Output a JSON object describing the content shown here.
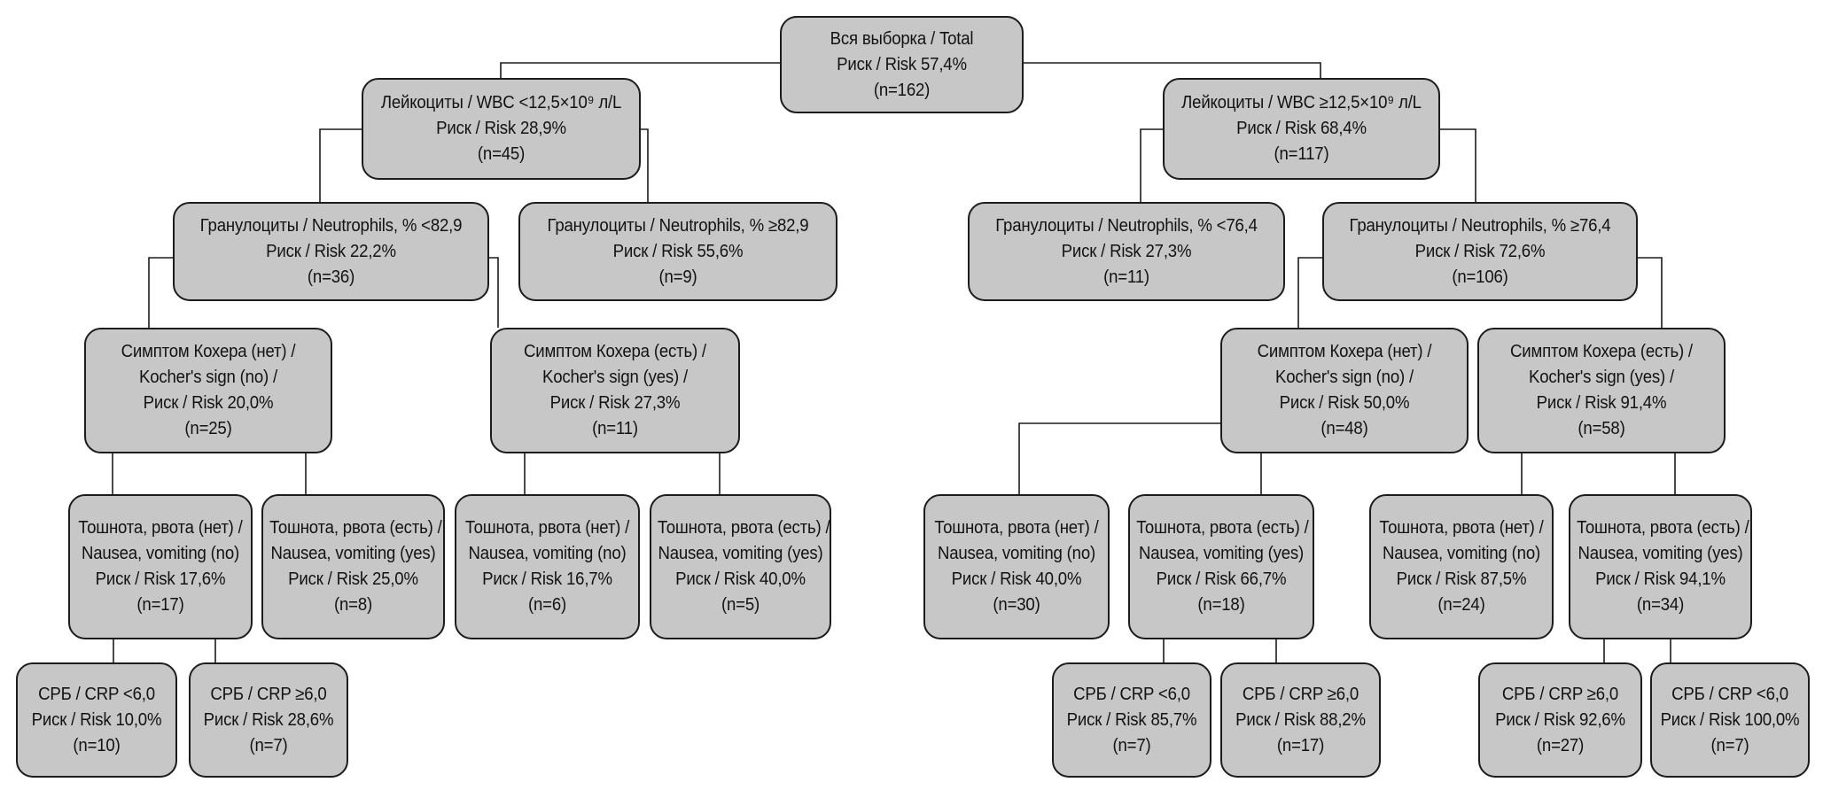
{
  "figure": {
    "type": "decision-tree",
    "background": "#ffffff",
    "node_fill": "#c7c7c7",
    "node_border": "#1c1c1c",
    "text_color": "#121212"
  },
  "tree": {
    "nodes": [
      {
        "id": "total",
        "children": [
          "wbc-lt-12-5",
          "wbc-ge-12-5"
        ],
        "lines": [
          "Вся выборка / Total",
          "Риск / Risk 57,4%",
          "(n=162)"
        ]
      },
      {
        "id": "wbc-lt-12-5",
        "children": [
          "neut-lt-82-9",
          "neut-ge-82-9"
        ],
        "lines": [
          "Лейкоциты / WBC <12,5×10⁹ л/L",
          "Риск / Risk 28,9%",
          "(n=45)"
        ]
      },
      {
        "id": "wbc-ge-12-5",
        "children": [
          "neut-lt-76-4",
          "neut-ge-76-4"
        ],
        "lines": [
          "Лейкоциты / WBC ≥12,5×10⁹ л/L",
          "Риск / Risk 68,4%",
          "(n=117)"
        ]
      },
      {
        "id": "neut-lt-82-9",
        "children": [
          "kocher-no-n25",
          "kocher-yes-n11"
        ],
        "lines": [
          "Гранулоциты / Neutrophils, % <82,9",
          "Риск / Risk 22,2%",
          "(n=36)"
        ]
      },
      {
        "id": "neut-ge-82-9",
        "children": [],
        "lines": [
          "Гранулоциты / Neutrophils, % ≥82,9",
          "Риск / Risk 55,6%",
          "(n=9)"
        ]
      },
      {
        "id": "neut-lt-76-4",
        "children": [],
        "lines": [
          "Гранулоциты / Neutrophils, % <76,4",
          "Риск / Risk 27,3%",
          "(n=11)"
        ]
      },
      {
        "id": "neut-ge-76-4",
        "children": [
          "kocher-no-n48",
          "kocher-yes-n58"
        ],
        "lines": [
          "Гранулоциты / Neutrophils, % ≥76,4",
          "Риск / Risk 72,6%",
          "(n=106)"
        ]
      },
      {
        "id": "kocher-no-n25",
        "children": [
          "nausea-no-n17",
          "nausea-yes-n8"
        ],
        "lines": [
          "Симптом Кохера (нет) /",
          "Kocher's sign (no) /",
          "Риск / Risk 20,0%",
          "(n=25)"
        ]
      },
      {
        "id": "kocher-yes-n11",
        "children": [
          "nausea-no-n6",
          "nausea-yes-n5"
        ],
        "lines": [
          "Симптом Кохера (есть) /",
          "Kocher's sign (yes) /",
          "Риск / Risk 27,3%",
          "(n=11)"
        ]
      },
      {
        "id": "kocher-no-n48",
        "children": [
          "nausea-no-n30",
          "nausea-yes-n18"
        ],
        "lines": [
          "Симптом Кохера (нет) /",
          "Kocher's sign (no) /",
          "Риск / Risk 50,0%",
          "(n=48)"
        ]
      },
      {
        "id": "kocher-yes-n58",
        "children": [
          "nausea-no-n24",
          "nausea-yes-n34"
        ],
        "lines": [
          "Симптом Кохера (есть) /",
          "Kocher's sign (yes) /",
          "Риск / Risk 91,4%",
          "(n=58)"
        ]
      },
      {
        "id": "nausea-no-n17",
        "children": [
          "crp-lt-6-n10",
          "crp-ge-6-n7"
        ],
        "lines": [
          "Тошнота, рвота (нет) /",
          "Nausea, vomiting (no)",
          "Риск / Risk 17,6%",
          "(n=17)"
        ]
      },
      {
        "id": "nausea-yes-n8",
        "children": [],
        "lines": [
          "Тошнота, рвота (есть) /",
          "Nausea, vomiting (yes)",
          "Риск / Risk 25,0%",
          "(n=8)"
        ]
      },
      {
        "id": "nausea-no-n6",
        "children": [],
        "lines": [
          "Тошнота, рвота (нет) /",
          "Nausea, vomiting (no)",
          "Риск / Risk 16,7%",
          "(n=6)"
        ]
      },
      {
        "id": "nausea-yes-n5",
        "children": [],
        "lines": [
          "Тошнота, рвота (есть) /",
          "Nausea, vomiting (yes)",
          "Риск / Risk 40,0%",
          "(n=5)"
        ]
      },
      {
        "id": "nausea-no-n30",
        "children": [],
        "lines": [
          "Тошнота, рвота (нет) /",
          "Nausea, vomiting (no)",
          "Риск / Risk 40,0%",
          "(n=30)"
        ]
      },
      {
        "id": "nausea-yes-n18",
        "children": [
          "crp-lt-6-n7",
          "crp-ge-6-n17"
        ],
        "lines": [
          "Тошнота, рвота (есть) /",
          "Nausea, vomiting (yes)",
          "Риск / Risk 66,7%",
          "(n=18)"
        ]
      },
      {
        "id": "nausea-no-n24",
        "children": [],
        "lines": [
          "Тошнота, рвота (нет) /",
          "Nausea, vomiting (no)",
          "Риск / Risk 87,5%",
          "(n=24)"
        ]
      },
      {
        "id": "nausea-yes-n34",
        "children": [
          "crp-ge-6-n27",
          "crp-lt-6-n7b"
        ],
        "lines": [
          "Тошнота, рвота (есть) /",
          "Nausea, vomiting (yes)",
          "Риск / Risk 94,1%",
          "(n=34)"
        ]
      },
      {
        "id": "crp-lt-6-n10",
        "children": [],
        "lines": [
          "СРБ / CRP <6,0",
          "Риск / Risk 10,0%",
          "(n=10)"
        ]
      },
      {
        "id": "crp-ge-6-n7",
        "children": [],
        "lines": [
          "СРБ / CRP ≥6,0",
          "Риск / Risk 28,6%",
          "(n=7)"
        ]
      },
      {
        "id": "crp-lt-6-n7",
        "children": [],
        "lines": [
          "СРБ / CRP <6,0",
          "Риск / Risk 85,7%",
          "(n=7)"
        ]
      },
      {
        "id": "crp-ge-6-n17",
        "children": [],
        "lines": [
          "СРБ / CRP ≥6,0",
          "Риск / Risk 88,2%",
          "(n=17)"
        ]
      },
      {
        "id": "crp-ge-6-n27",
        "children": [],
        "lines": [
          "СРБ / CRP ≥6,0",
          "Риск / Risk 92,6%",
          "(n=27)"
        ]
      },
      {
        "id": "crp-lt-6-n7b",
        "children": [],
        "lines": [
          "СРБ / CRP <6,0",
          "Риск / Risk 100,0%",
          "(n=7)"
        ]
      }
    ]
  }
}
